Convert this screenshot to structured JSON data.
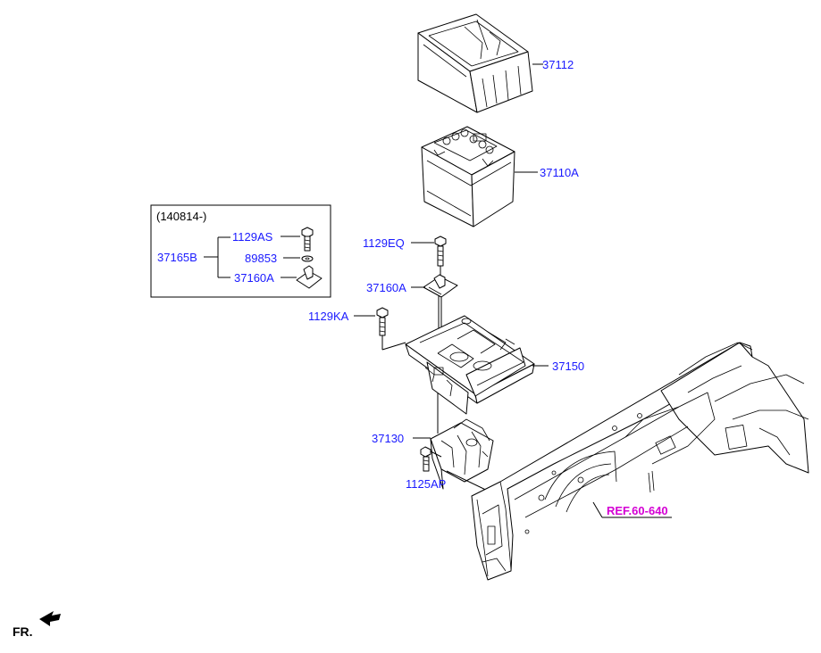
{
  "callouts": {
    "tray_box": "37112",
    "battery": "37110A",
    "kit_date": "(140814-)",
    "kit_group": "37165B",
    "kit_bolt": "1129AS",
    "kit_washer": "89853",
    "kit_clamp": "37160A",
    "hook_bolt": "1129EQ",
    "clamp": "37160A",
    "tray_bolt": "1129KA",
    "tray": "37150",
    "bracket": "37130",
    "bracket_bolt": "1125AP",
    "ref": "REF.60-640",
    "front": "FR."
  },
  "colors": {
    "label": "#1a1aff",
    "ref": "#d400d4",
    "line": "#000000"
  }
}
